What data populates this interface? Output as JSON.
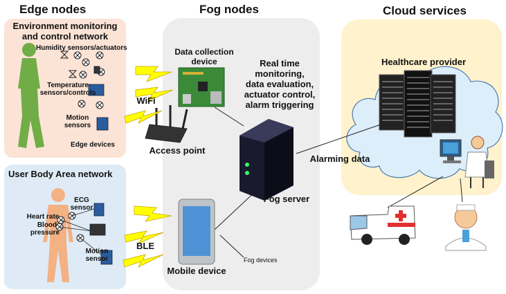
{
  "headers": {
    "edge": "Edge nodes",
    "fog": "Fog nodes",
    "cloud": "Cloud services"
  },
  "edge_env": {
    "title_line1": "Environment monitoring",
    "title_line2": "and control network",
    "humidity": "Humidity sensors/actuators",
    "temperature_line1": "Temperature",
    "temperature_line2": "sensors/controls",
    "motion_line1": "Motion",
    "motion_line2": "sensors",
    "edge_devices": "Edge devices"
  },
  "edge_body": {
    "title": "User Body Area network",
    "ecg_line1": "ECG",
    "ecg_line2": "sensor",
    "heart_rate": "Heart rate",
    "blood_line1": "Blood",
    "blood_line2": "pressure",
    "motion_line1": "Motion",
    "motion_line2": "sensor"
  },
  "fog": {
    "data_collection_line1": "Data collection",
    "data_collection_line2": "device",
    "realtime_lines": [
      "Real time",
      "monitoring,",
      "data evaluation,",
      "actuator control,",
      "alarm triggering"
    ],
    "access_point": "Access point",
    "fog_server": "Fog server",
    "mobile_device": "Mobile device",
    "fog_devices": "Fog devices"
  },
  "links": {
    "wifi": "WiFi",
    "ble": "BLE",
    "alarming_data": "Alarming data"
  },
  "cloud": {
    "healthcare_provider": "Healthcare provider"
  },
  "colors": {
    "edge_env_bg": "#fbe3d6",
    "edge_body_bg": "#deebf6",
    "fog_bg": "#ededed",
    "cloud_bg": "#fff2cc",
    "cloud_shape": "#ddeefb",
    "lightning": "#ffff00",
    "person_green": "#70ad47",
    "person_body": "#f4b183"
  }
}
